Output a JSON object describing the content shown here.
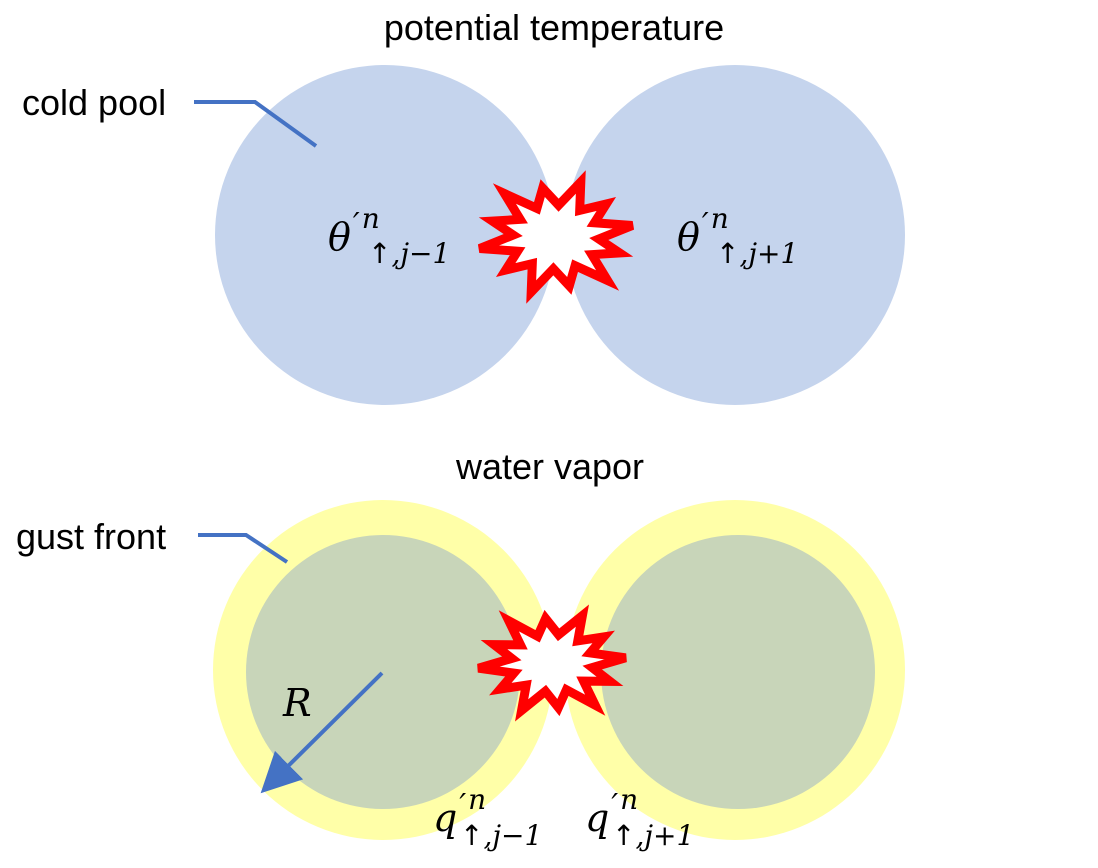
{
  "top_panel": {
    "title": "potential temperature",
    "callout_label": "cold pool",
    "left_var": {
      "symbol": "θ",
      "prime": "′",
      "sup": "n",
      "arrow": "↑",
      "sub": ",j−1"
    },
    "right_var": {
      "symbol": "θ",
      "prime": "′",
      "sup": "n",
      "arrow": "↑",
      "sub": ",j+1"
    }
  },
  "bottom_panel": {
    "title": "water vapor",
    "callout_label": "gust front",
    "radius_label": "R",
    "left_var": {
      "symbol": "q",
      "prime": "′",
      "sup": "n",
      "arrow": "↑",
      "sub": ",j−1"
    },
    "right_var": {
      "symbol": "q",
      "prime": "′",
      "sup": "n",
      "arrow": "↑",
      "sub": ",j+1"
    }
  },
  "colors": {
    "cold_pool_fill": "#c5d4ed",
    "gust_front_fill": "#ffffa8",
    "vapor_core_fill": "#c8d5b9",
    "leader_line": "#4472c4",
    "collision_outline": "#ff0000",
    "collision_fill": "#ffffff"
  },
  "icons": {
    "collision": "explosion-icon"
  }
}
